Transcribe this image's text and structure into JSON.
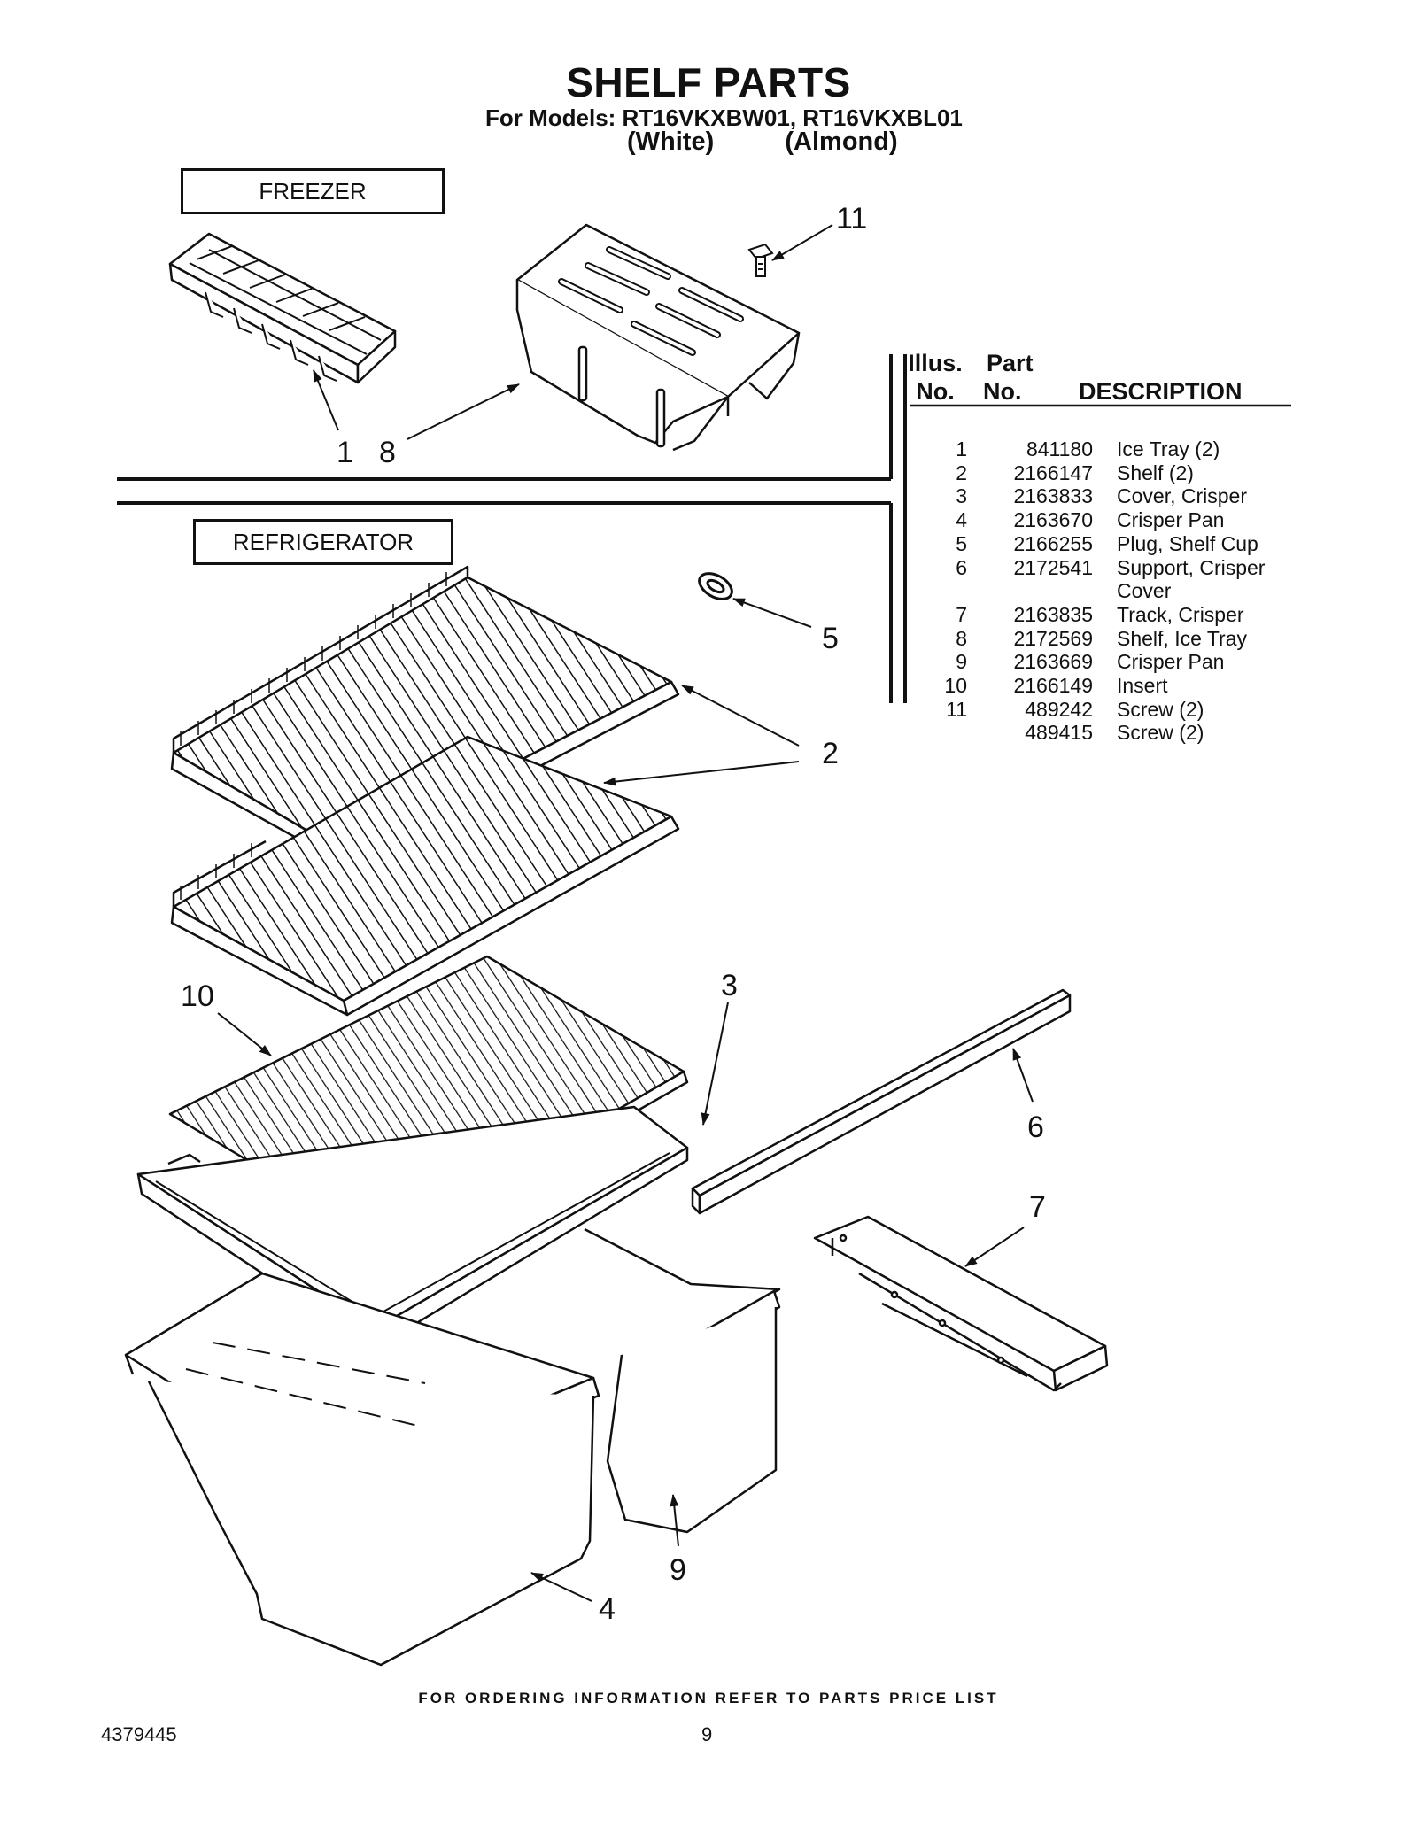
{
  "header": {
    "title": "SHELF PARTS",
    "models": "For Models: RT16VKXBW01, RT16VKXBL01",
    "color_1": "(White)",
    "color_2": "(Almond)"
  },
  "sections": {
    "freezer": "FREEZER",
    "refrigerator": "REFRIGERATOR"
  },
  "callouts": {
    "c1": "1",
    "c8": "8",
    "c11": "11",
    "c5": "5",
    "c2": "2",
    "c10": "10",
    "c3": "3",
    "c6": "6",
    "c7": "7",
    "c9": "9",
    "c4": "4"
  },
  "parts_table": {
    "header_illus_1": "Illus.",
    "header_illus_2": "No.",
    "header_part_1": "Part",
    "header_part_2": "No.",
    "header_desc": "DESCRIPTION",
    "rows": [
      {
        "no": "1",
        "part": "841180",
        "desc": "Ice Tray (2)"
      },
      {
        "no": "2",
        "part": "2166147",
        "desc": "Shelf (2)"
      },
      {
        "no": "3",
        "part": "2163833",
        "desc": "Cover, Crisper"
      },
      {
        "no": "4",
        "part": "2163670",
        "desc": "Crisper Pan"
      },
      {
        "no": "5",
        "part": "2166255",
        "desc": "Plug, Shelf Cup"
      },
      {
        "no": "6",
        "part": "2172541",
        "desc": "Support, Crisper"
      },
      {
        "no": "",
        "part": "",
        "desc": "Cover"
      },
      {
        "no": "7",
        "part": "2163835",
        "desc": "Track, Crisper"
      },
      {
        "no": "8",
        "part": "2172569",
        "desc": "Shelf, Ice Tray"
      },
      {
        "no": "9",
        "part": "2163669",
        "desc": "Crisper Pan"
      },
      {
        "no": "10",
        "part": "2166149",
        "desc": "Insert"
      },
      {
        "no": "11",
        "part": "489242",
        "desc": "Screw (2)"
      },
      {
        "no": "",
        "part": "489415",
        "desc": "Screw (2)"
      }
    ]
  },
  "footer": {
    "ordering": "FOR ORDERING INFORMATION REFER TO PARTS PRICE LIST",
    "doc_number": "4379445",
    "page_number": "9"
  }
}
